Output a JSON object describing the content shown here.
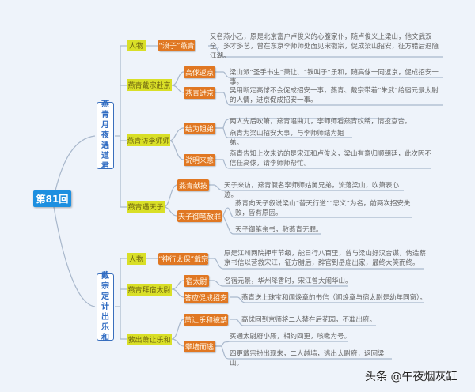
{
  "root": {
    "label": "第81回"
  },
  "branches": [
    {
      "title_chars": [
        "燕",
        "青",
        "月",
        "夜",
        "遇",
        "道",
        "君"
      ],
      "title": "燕青月夜遇道君",
      "topics": [
        {
          "label": "人物",
          "items": [
            {
              "label": "“浪子”燕青",
              "notes": [
                "又名燕小乙，原是北京富户卢俊义的心腹家仆，随卢俊义上梁山，他文武双全，多才多艺，曾在东京李师师处面见宋徽宗，促成梁山招安，征方腊后退隐江湖。"
              ]
            }
          ]
        },
        {
          "label": "燕青戴宗赴京",
          "items": [
            {
              "label": "高俅返京",
              "notes": [
                "梁山派“圣手书生”萧让、“铁叫子”乐和，随高俅一同返京，促成招安一事。"
              ]
            },
            {
              "label": "燕青进京",
              "notes": [
                "吴用断定高俅不会促成招安一事，燕青、戴宗带着“朱武”给宿元景太尉的人情，进京促成招安一事。"
              ]
            }
          ]
        },
        {
          "label": "燕青访李师师",
          "items": [
            {
              "label": "结为姐弟",
              "notes": [
                "两人先后吹箫，燕青唱曲儿，李师师看燕青纹绣，情投意合。",
                "燕青为梁山招安大事，与李师师结为姐弟。"
              ]
            },
            {
              "label": "说明来意",
              "notes": [
                "燕青告知上次来访的是宋江和卢俊义，梁山有意归顺朝廷，此次因不信任高俅，请李师师帮忙。"
              ]
            }
          ]
        },
        {
          "label": "燕青遇天子",
          "items": [
            {
              "label": "燕青献技",
              "notes": [
                "天子来访，燕青假名李师师姑舅兄弟，流落梁山，吹箫表心迹。"
              ]
            },
            {
              "label": "天子御笔赦罪",
              "notes": [
                "燕青向天子叙说梁山“替天行道”“忠义”为名，前两次招安失败，皆有原因。",
                "天子御笔亲书，赦燕青无罪。"
              ]
            }
          ]
        }
      ]
    },
    {
      "title_chars": [
        "戴",
        "宗",
        "定",
        "计",
        "出",
        "乐",
        "和"
      ],
      "title": "戴宗定计出乐和",
      "topics": [
        {
          "label": "人物",
          "items": [
            {
              "label": "“神行太保”戴宗",
              "notes": [
                "原是江州两院押牢节级，能日行八百里，曾与梁山好汉合谋，伪造蔡京书信以营救宋江，征方腊后，辞官到岳庙出家，最终大笑而终。"
              ]
            }
          ]
        },
        {
          "label": "燕青拜宿太尉",
          "items": [
            {
              "label": "宿太尉",
              "notes": [
                "名宿元景，华州降香时，宋江曾大闹华山。"
              ]
            },
            {
              "label": "答应促成招安",
              "notes": [
                "燕青送上珠宝和闻焕章的书信（闻焕章与宿太尉是幼年同窗）。"
              ]
            }
          ]
        },
        {
          "label": "救出萧让乐和",
          "items": [
            {
              "label": "萧让乐和被禁",
              "notes": [
                "高俅回到京师将二人禁在后花园，不准出府。"
              ]
            },
            {
              "label": "攀墙而逃",
              "notes": [
                "买通太尉府小厮，相约四更，咳嗽为号。",
                "四更戴宗扮出现来，二人越墙，逃出太尉府，返回梁山。"
              ]
            }
          ]
        }
      ]
    }
  ],
  "watermark": "头条 @午夜烟灰缸",
  "colors": {
    "background": "#eef3fa",
    "root": "#1d8fe0",
    "main_border": "#3a6fbd",
    "topic": "#d9df27",
    "item": "#e07722",
    "link": "#a9b8cc"
  }
}
